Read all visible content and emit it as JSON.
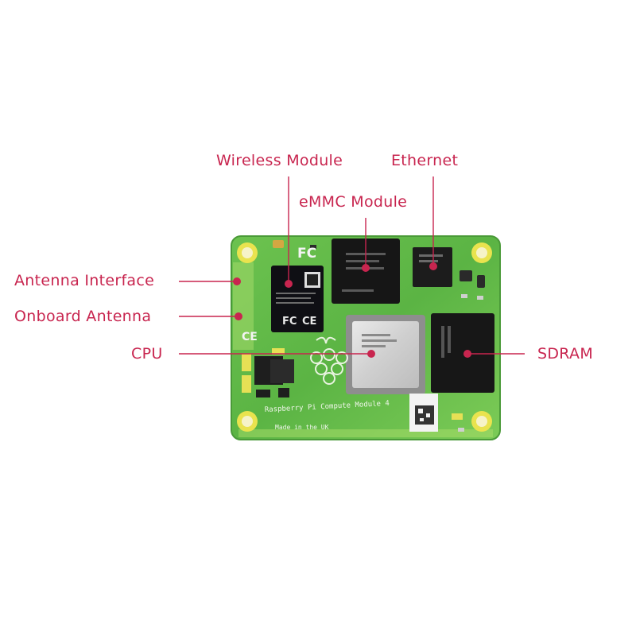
{
  "labels": {
    "wireless_module": "Wireless Module",
    "ethernet": "Ethernet",
    "emmc_module": "eMMC Module",
    "antenna_interface": "Antenna Interface",
    "onboard_antenna": "Onboard Antenna",
    "cpu": "CPU",
    "sdram": "SDRAM"
  },
  "board": {
    "silkscreen_name": "Raspberry Pi Compute Module 4",
    "made_in": "Made in the UK",
    "fc_mark": "FC",
    "ce_mark": "CE"
  },
  "colors": {
    "label": "#c8254f",
    "pointer": "#c8254f",
    "pcb": "#5fb84a",
    "pcb_light": "#a9dd6a",
    "chip": "#1a1a1a",
    "pad": "#f2ea5a"
  }
}
